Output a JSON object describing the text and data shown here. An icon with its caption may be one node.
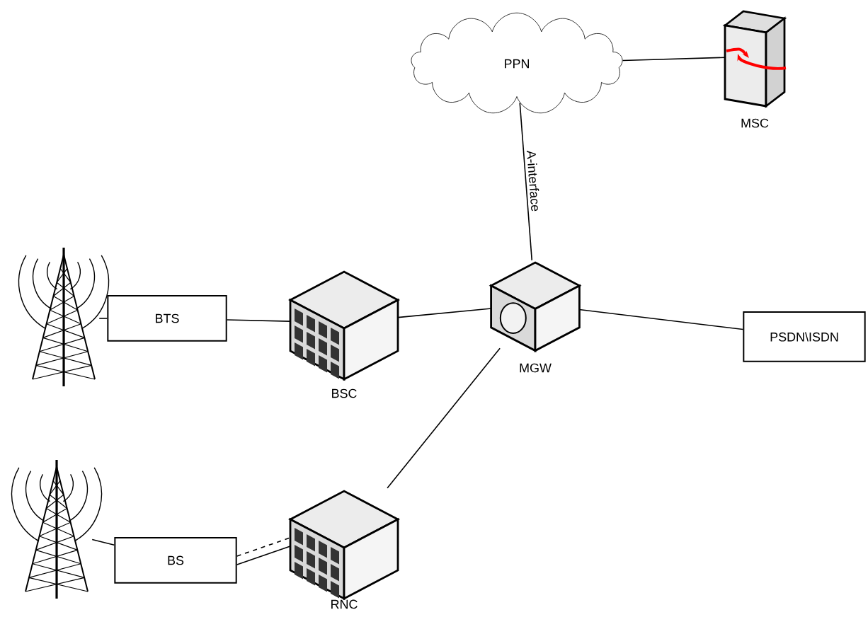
{
  "diagram": {
    "nodes": [
      {
        "text": [
          "PPN"
        ]
      },
      {
        "text": [],
        "shape": "picture",
        "beside": [
          "MSC"
        ]
      },
      {
        "text": [],
        "shape": "picture"
      },
      {
        "text": [
          "BTS"
        ]
      },
      {
        "text": [],
        "shape": "picture",
        "beside": [
          "BSC"
        ]
      },
      {
        "text": [],
        "shape": "picture",
        "beside": [
          "MGW"
        ]
      },
      {
        "text": [
          "PSDN\\ISDN"
        ]
      },
      {
        "text": [],
        "shape": "picture"
      },
      {
        "text": [
          "BS"
        ]
      },
      {
        "text": [],
        "shape": "picture",
        "beside": [
          "RNC"
        ]
      }
    ],
    "edges": [
      {
        "from": 0,
        "to": 1,
        "arrow": "none"
      },
      {
        "from": 5,
        "to": 0,
        "arrow": "none",
        "label": "A-interface"
      },
      {
        "from": 2,
        "to": 3,
        "arrow": "none"
      },
      {
        "from": 3,
        "to": 4,
        "arrow": "none"
      },
      {
        "from": 4,
        "to": 5,
        "arrow": "none"
      },
      {
        "from": 5,
        "to": 6,
        "arrow": "none"
      },
      {
        "from": 7,
        "to": 8,
        "arrow": "none"
      },
      {
        "from": 8,
        "to": 9,
        "arrow": "none",
        "style": "dashed"
      },
      {
        "from": 8,
        "to": 9,
        "arrow": "none"
      },
      {
        "from": 9,
        "to": 5,
        "arrow": "none"
      }
    ]
  }
}
